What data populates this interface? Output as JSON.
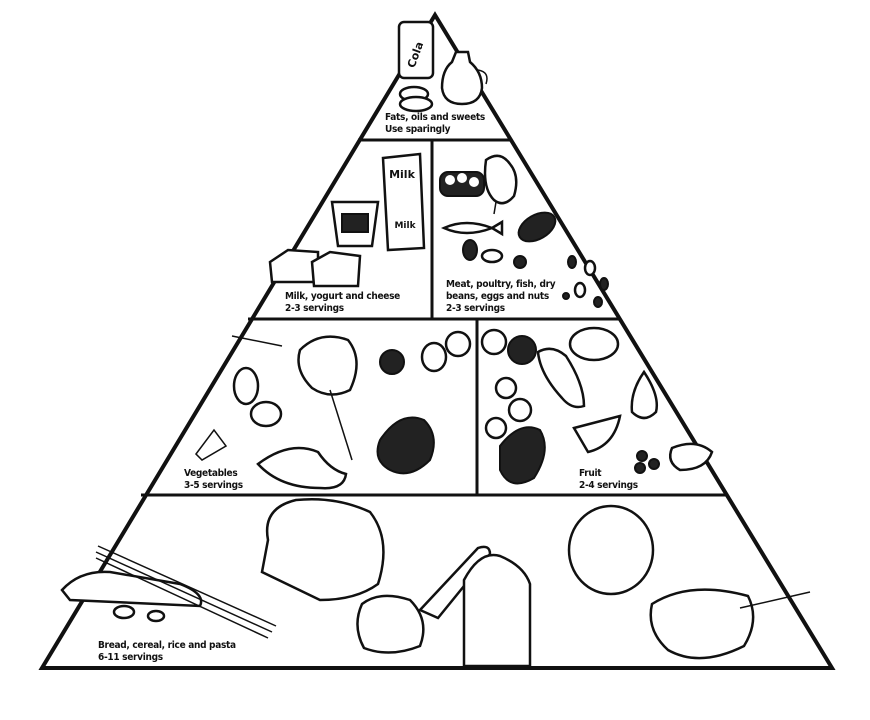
{
  "diagram": {
    "tiers": [
      {
        "id": "fats",
        "name": "Fats, oils and sweets",
        "servings": "Use sparingly"
      },
      {
        "id": "milk",
        "name": "Milk, yogurt and cheese",
        "servings": "2-3 servings"
      },
      {
        "id": "meat",
        "name": "Meat, poultry, fish, dry",
        "name2": "beans, eggs and nuts",
        "servings": "2-3 servings"
      },
      {
        "id": "vegetables",
        "name": "Vegetables",
        "servings": "3-5 servings"
      },
      {
        "id": "fruit",
        "name": "Fruit",
        "servings": "2-4 servings"
      },
      {
        "id": "bread",
        "name": "Bread, cereal, rice and pasta",
        "servings": "6-11 servings"
      }
    ],
    "food_labels": {
      "can": "Cola",
      "carton": "Milk"
    },
    "colors": {
      "ink": "#111111",
      "paper": "#ffffff"
    }
  }
}
